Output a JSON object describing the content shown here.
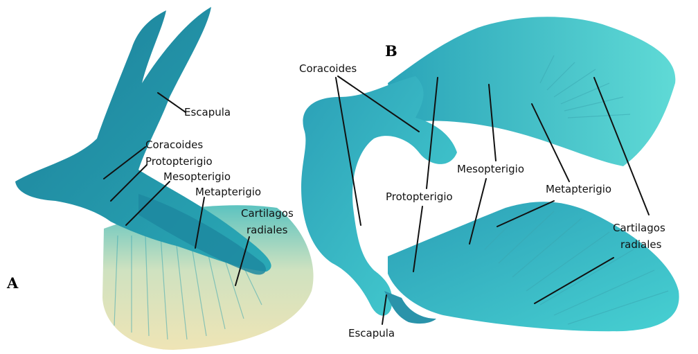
{
  "panels": {
    "a": "A",
    "b": "B"
  },
  "labels_a": {
    "escapula": "Escapula",
    "coracoides": "Coracoides",
    "protopterigio": "Protopterigio",
    "mesopterigio": "Mesopterigio",
    "metapterigio": "Metapterigio",
    "cartilagos_line1": "Cartilagos",
    "cartilagos_line2": "radiales"
  },
  "labels_b": {
    "coracoides": "Coracoides",
    "protopterigio": "Protopterigio",
    "mesopterigio": "Mesopterigio",
    "metapterigio": "Metapterigio",
    "cartilagos_line1": "Cartilagos",
    "cartilagos_line2": "radiales",
    "escapula": "Escapula"
  },
  "colors": {
    "cartilage_dark": "#1f8fa5",
    "cartilage_light": "#3fc9cf",
    "fin_tissue": "#ece3b4"
  }
}
